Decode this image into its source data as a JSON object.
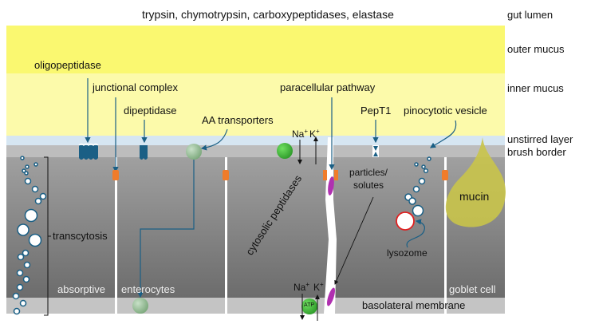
{
  "title_enzymes": "trypsin, chymotrypsin, carboxypeptidases, elastase",
  "layers": {
    "gut_lumen": "gut lumen",
    "outer_mucus": "outer mucus",
    "inner_mucus": "inner mucus",
    "unstirred_layer": "unstirred layer",
    "brush_border": "brush border"
  },
  "labels": {
    "oligopeptidase": "oligopeptidase",
    "junctional_complex": "junctional complex",
    "dipeptidase": "dipeptidase",
    "aa_transporters": "AA transporters",
    "paracellular_pathway": "paracellular pathway",
    "pept1": "PepT1",
    "pinocytotic_vesicle": "pinocytotic vesicle",
    "transcytosis": "transcytosis",
    "absorptive": "absorptive",
    "enterocytes": "enterocytes",
    "cytosolic_peptidases": "cytosolic peptidases",
    "particles_solutes_1": "particles/",
    "particles_solutes_2": "solutes",
    "lysozome": "lysozome",
    "mucin": "mucin",
    "goblet_cell": "goblet cell",
    "basolateral_membrane": "basolateral membrane",
    "na_top": "Na",
    "k_top": "K",
    "na_bottom": "Na",
    "k_bottom": "K",
    "plus": "+",
    "atp": "ATP"
  },
  "colors": {
    "outer_mucus": "#faf870",
    "inner_mucus": "#fcfaaa",
    "unstirred": "#d6e6f2",
    "brush_border": "#bdbdbd",
    "cell_top": "#8c8c8c",
    "cell_bottom": "#6e6e6e",
    "basolateral": "#c4c4c4",
    "enzyme_blue": "#1a5f85",
    "junction_orange": "#f07c2a",
    "particle_purple": "#b030b0",
    "pump_green": "#3fb23a",
    "mucin_yellow": "#c9c44a",
    "lysozome_red": "#e02020"
  }
}
